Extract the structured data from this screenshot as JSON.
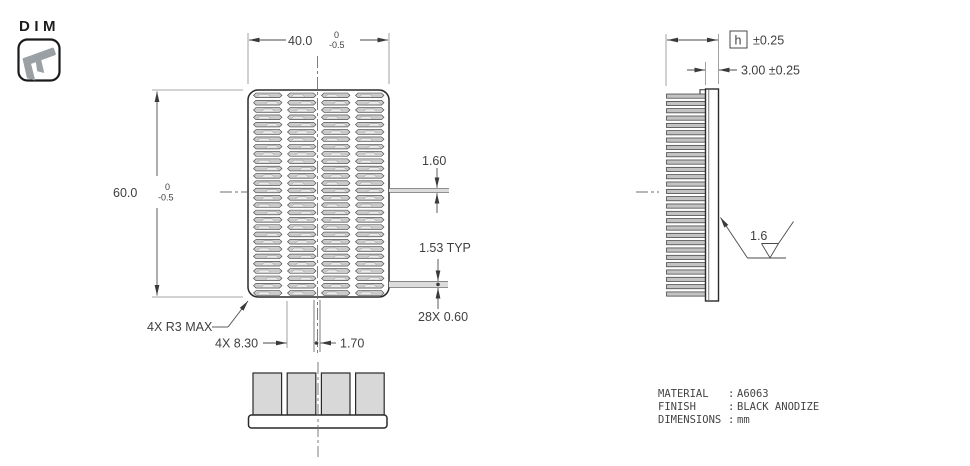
{
  "badge": {
    "label": "DIM",
    "icon": "caliper-icon"
  },
  "front_view": {
    "fin_rows": 28,
    "fin_cols": 4,
    "dims": {
      "width_value": "40.0",
      "width_tol_upper": "0",
      "width_tol_lower": "-0.5",
      "height_value": "60.0",
      "height_tol_upper": "0",
      "height_tol_lower": "-0.5",
      "fin_thickness": "1.60",
      "fin_pitch": "1.53 TYP",
      "fin_count_size": "28X 0.60",
      "corner_radius": "4X R3 MAX",
      "post_width": "4X 8.30",
      "center_slot": "1.70"
    }
  },
  "side_view": {
    "fin_count": 28,
    "dims": {
      "overall_height_symbol": "h",
      "overall_height_tol": "±0.25",
      "base_thickness": "3.00 ±0.25",
      "surface_roughness": "1.6"
    }
  },
  "bottom_view": {
    "post_count": 4
  },
  "notes": {
    "rows": [
      {
        "label": "MATERIAL",
        "sep": ":",
        "value": "A6063"
      },
      {
        "label": "FINISH",
        "sep": ":",
        "value": "BLACK ANODIZE"
      },
      {
        "label": "DIMENSIONS",
        "sep": ":",
        "value": "mm"
      }
    ]
  },
  "colors": {
    "line": "#2a2a2a",
    "dim_line": "#4a4a4a",
    "ext_line": "#8a8a8a",
    "fin_fill": "#cbcbcb",
    "fin_inner": "#ededed",
    "post_fill": "#d8d8d8",
    "icon_gray": "#9aa0a4"
  }
}
